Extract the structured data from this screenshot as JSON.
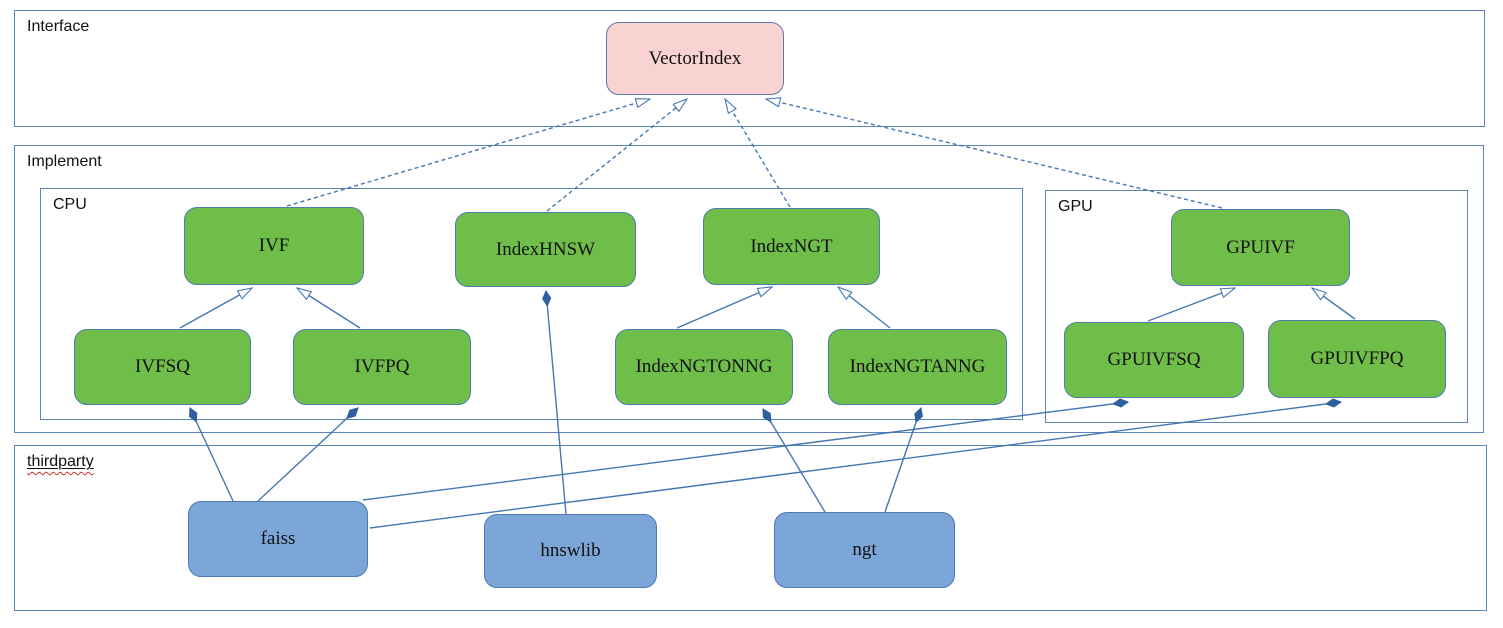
{
  "containers": {
    "interface": {
      "label": "Interface"
    },
    "implement": {
      "label": "Implement"
    },
    "cpu": {
      "label": "CPU"
    },
    "gpu": {
      "label": "GPU"
    },
    "thirdparty": {
      "label": "thirdparty",
      "decorations": [
        "underline",
        "red-spellcheck-squiggle"
      ]
    }
  },
  "nodes": {
    "vectorindex": {
      "label": "VectorIndex",
      "group": "interface",
      "fill": "#f9d2d2"
    },
    "ivf": {
      "label": "IVF",
      "group": "cpu",
      "fill": "#70be4a"
    },
    "indexhnsw": {
      "label": "IndexHNSW",
      "group": "cpu",
      "fill": "#70be4a"
    },
    "indexngt": {
      "label": "IndexNGT",
      "group": "cpu",
      "fill": "#70be4a"
    },
    "ivfsq": {
      "label": "IVFSQ",
      "group": "cpu",
      "fill": "#70be4a"
    },
    "ivfpq": {
      "label": "IVFPQ",
      "group": "cpu",
      "fill": "#70be4a"
    },
    "indexngtonng": {
      "label": "IndexNGTONNG",
      "group": "cpu",
      "fill": "#70be4a"
    },
    "indexngtanng": {
      "label": "IndexNGTANNG",
      "group": "cpu",
      "fill": "#70be4a"
    },
    "gpuivf": {
      "label": "GPUIVF",
      "group": "gpu",
      "fill": "#70be4a"
    },
    "gpuivfsq": {
      "label": "GPUIVFSQ",
      "group": "gpu",
      "fill": "#70be4a"
    },
    "gpuivfpq": {
      "label": "GPUIVFPQ",
      "group": "gpu",
      "fill": "#70be4a"
    },
    "faiss": {
      "label": "faiss",
      "group": "thirdparty",
      "fill": "#7ca5d8"
    },
    "hnswlib": {
      "label": "hnswlib",
      "group": "thirdparty",
      "fill": "#7ca5d8"
    },
    "ngt": {
      "label": "ngt",
      "group": "thirdparty",
      "fill": "#7ca5d8"
    }
  },
  "edges": [
    {
      "from": "IVF",
      "to": "VectorIndex",
      "relation": "realization",
      "line": "dashed",
      "head": "hollow-triangle"
    },
    {
      "from": "IndexHNSW",
      "to": "VectorIndex",
      "relation": "realization",
      "line": "dashed",
      "head": "hollow-triangle"
    },
    {
      "from": "IndexNGT",
      "to": "VectorIndex",
      "relation": "realization",
      "line": "dashed",
      "head": "hollow-triangle"
    },
    {
      "from": "GPUIVF",
      "to": "VectorIndex",
      "relation": "realization",
      "line": "dashed",
      "head": "hollow-triangle"
    },
    {
      "from": "IVFSQ",
      "to": "IVF",
      "relation": "generalization",
      "line": "solid",
      "head": "hollow-triangle"
    },
    {
      "from": "IVFPQ",
      "to": "IVF",
      "relation": "generalization",
      "line": "solid",
      "head": "hollow-triangle"
    },
    {
      "from": "IndexNGTONNG",
      "to": "IndexNGT",
      "relation": "generalization",
      "line": "solid",
      "head": "hollow-triangle"
    },
    {
      "from": "IndexNGTANNG",
      "to": "IndexNGT",
      "relation": "generalization",
      "line": "solid",
      "head": "hollow-triangle"
    },
    {
      "from": "GPUIVFSQ",
      "to": "GPUIVF",
      "relation": "generalization",
      "line": "solid",
      "head": "hollow-triangle"
    },
    {
      "from": "GPUIVFPQ",
      "to": "GPUIVF",
      "relation": "generalization",
      "line": "solid",
      "head": "hollow-triangle"
    },
    {
      "from": "faiss",
      "to": "IVFSQ",
      "relation": "composition",
      "line": "solid",
      "head": "filled-diamond"
    },
    {
      "from": "faiss",
      "to": "IVFPQ",
      "relation": "composition",
      "line": "solid",
      "head": "filled-diamond"
    },
    {
      "from": "hnswlib",
      "to": "IndexHNSW",
      "relation": "composition",
      "line": "solid",
      "head": "filled-diamond"
    },
    {
      "from": "ngt",
      "to": "IndexNGTONNG",
      "relation": "composition",
      "line": "solid",
      "head": "filled-diamond"
    },
    {
      "from": "ngt",
      "to": "IndexNGTANNG",
      "relation": "composition",
      "line": "solid",
      "head": "filled-diamond"
    },
    {
      "from": "faiss",
      "to": "GPUIVFSQ",
      "relation": "composition",
      "line": "solid",
      "head": "filled-diamond"
    },
    {
      "from": "faiss",
      "to": "GPUIVFPQ",
      "relation": "composition",
      "line": "solid",
      "head": "filled-diamond"
    }
  ],
  "colors": {
    "edge_line": "#4477b3",
    "container_border": "#5b84b8",
    "node_green_fill": "#70be4a",
    "node_blue_fill": "#7ca5d8",
    "node_pink_fill": "#f9d2d2",
    "diamond_fill": "#2e5f9e",
    "squiggle": "#d03030",
    "text": "#111111"
  }
}
